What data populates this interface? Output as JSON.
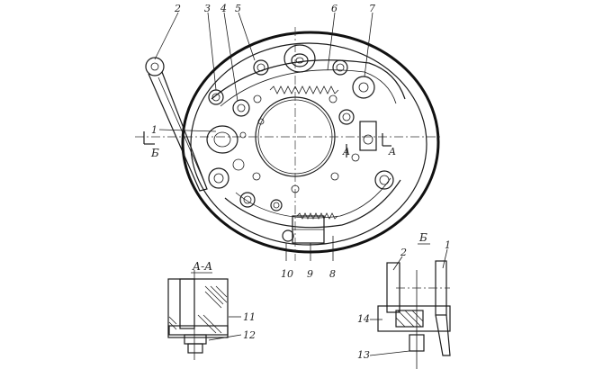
{
  "callouts": {
    "n1": "1",
    "n2": "2",
    "n3": "3",
    "n4": "4",
    "n5": "5",
    "n6": "6",
    "n7": "7",
    "n8": "8",
    "n9": "9",
    "n10": "10"
  },
  "section_marks": {
    "b_left": "Б",
    "a_upper": "A",
    "a_lower": "A"
  },
  "detail_aa": {
    "title": "А-А",
    "n11": "11",
    "n12": "12"
  },
  "detail_b": {
    "title": "Б",
    "n1": "1",
    "n2": "2",
    "n13": "13",
    "n14": "14"
  }
}
